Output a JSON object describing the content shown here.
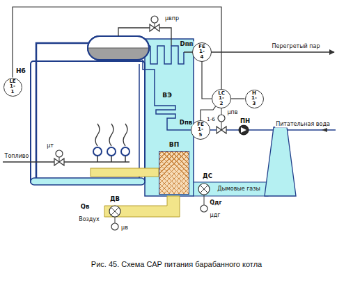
{
  "diagram": {
    "caption": "Рис. 45. Схема САР питания барабанного котла",
    "nodes": [
      {
        "text": [
          "LE 1-1"
        ]
      },
      {
        "text": [
          "FE 1-4"
        ]
      },
      {
        "text": [
          "LC 1-2"
        ]
      },
      {
        "text": [
          "H 1-3"
        ]
      },
      {
        "text": [
          "FE 1-5"
        ]
      },
      {
        "text": [
          "ВП"
        ]
      }
    ],
    "edges": [
      {
        "from": 0,
        "to": 2,
        "arrow": "none"
      },
      {
        "from": 1,
        "to": 2,
        "arrow": "none"
      },
      {
        "from": 4,
        "to": 2,
        "arrow": "none"
      },
      {
        "from": 2,
        "to": 3,
        "arrow": "none"
      }
    ],
    "labels": [
      "Нб",
      "μвпр",
      "Dпп",
      "Перегретый пар",
      "ВЭ",
      "Dпв",
      "1-6",
      "μпв",
      "ПН",
      "Питательная вода",
      "μт",
      "Топливо",
      "ДС",
      "Дымовые газы",
      "Qдг",
      "μдг",
      "ДВ",
      "Qв",
      "Воздух",
      "μв"
    ]
  }
}
